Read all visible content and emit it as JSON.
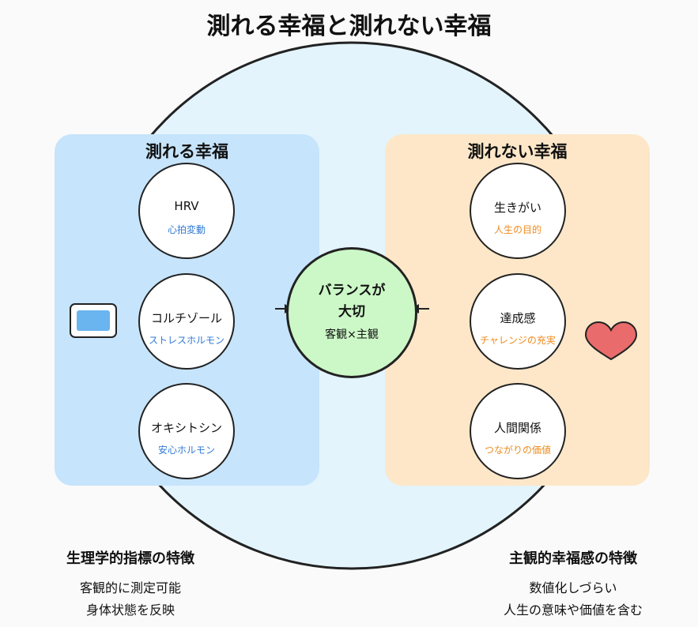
{
  "title": "測れる幸福と測れない幸福",
  "left_panel": {
    "title": "測れる幸福",
    "nodes": [
      {
        "label": "HRV",
        "sub": "心拍変動"
      },
      {
        "label": "コルチゾール",
        "sub": "ストレスホルモン"
      },
      {
        "label": "オキシトシン",
        "sub": "安心ホルモン"
      }
    ],
    "icon": "device-icon"
  },
  "right_panel": {
    "title": "測れない幸福",
    "nodes": [
      {
        "label": "生きがい",
        "sub": "人生の目的"
      },
      {
        "label": "達成感",
        "sub": "チャレンジの充実"
      },
      {
        "label": "人間関係",
        "sub": "つながりの価値"
      }
    ],
    "icon": "heart-icon"
  },
  "center": {
    "line1": "バランスが",
    "line2": "大切",
    "line3": "客観×主観"
  },
  "left_features": {
    "title": "生理学的指標の特徴",
    "lines": [
      "客観的に測定可能",
      "身体状態を反映"
    ]
  },
  "right_features": {
    "title": "主観的幸福感の特徴",
    "lines": [
      "数値化しづらい",
      "人生の意味や価値を含む"
    ]
  },
  "colors": {
    "big_circle_fill": "#e3f4fd",
    "left_panel_fill": "#c6e4fb",
    "right_panel_fill": "#fde7c8",
    "center_fill": "#ccf7c7",
    "device_screen": "#6ab4ef",
    "heart": "#ea6b6b",
    "blue_text": "#2f7ad6",
    "orange_text": "#ef8b1e"
  }
}
